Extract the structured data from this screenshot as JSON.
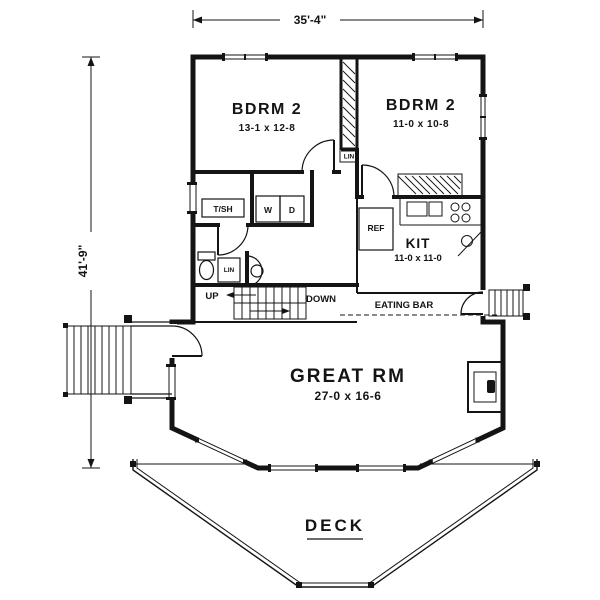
{
  "drawing": {
    "dim_width": "35'-4\"",
    "dim_height": "41'-9\"",
    "rooms": {
      "bdrm_left": {
        "label": "BDRM 2",
        "size": "13-1 x 12-8"
      },
      "bdrm_right": {
        "label": "BDRM 2",
        "size": "11-0 x 10-8"
      },
      "kitchen": {
        "label": "KIT",
        "size": "11-0 x 11-0"
      },
      "great_room": {
        "label": "GREAT RM",
        "size": "27-0 x 16-6"
      },
      "deck": {
        "label": "DECK"
      }
    },
    "fixtures": {
      "tub_shower": "T/SH",
      "washer": "W",
      "dryer": "D",
      "linen_hall": "LIN",
      "linen_bath": "LIN",
      "fridge": "REF",
      "eating_bar": "EATING BAR",
      "up": "UP",
      "down": "DOWN"
    }
  }
}
